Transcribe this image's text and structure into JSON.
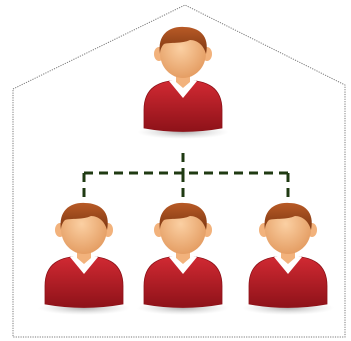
{
  "diagram": {
    "type": "org-chart",
    "outline": "house",
    "colors": {
      "outline": "#7a7a7a",
      "connector": "#1f3a12",
      "shirt": "#b8202a",
      "shirt_dark": "#8e1219",
      "collar": "#ffffff",
      "skin": "#f2b27c",
      "hair": "#9c4a1f",
      "shadow": "#bdbdbd"
    },
    "nodes": [
      {
        "id": "manager",
        "level": 0,
        "icon": "person-icon"
      },
      {
        "id": "report-1",
        "level": 1,
        "icon": "person-icon"
      },
      {
        "id": "report-2",
        "level": 1,
        "icon": "person-icon"
      },
      {
        "id": "report-3",
        "level": 1,
        "icon": "person-icon"
      }
    ],
    "edges": [
      {
        "from": "manager",
        "to": "report-1",
        "style": "dashed"
      },
      {
        "from": "manager",
        "to": "report-2",
        "style": "dashed"
      },
      {
        "from": "manager",
        "to": "report-3",
        "style": "dashed"
      }
    ]
  }
}
